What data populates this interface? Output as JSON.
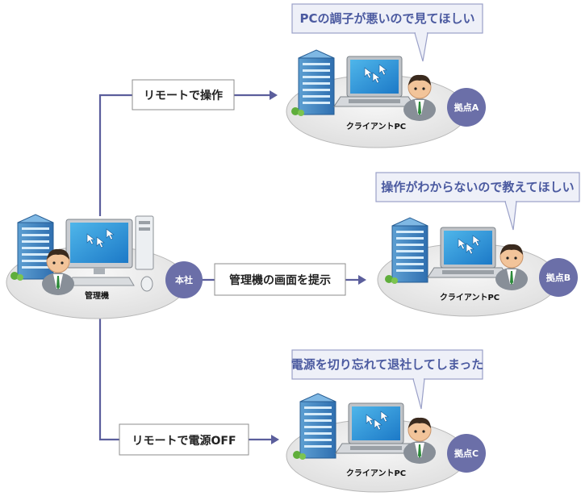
{
  "hq": {
    "badge": "本社",
    "caption": "管理機"
  },
  "sites": [
    {
      "badge": "拠点A",
      "caption": "クライアントPC",
      "bubble": "PCの調子が悪いので見てほしい"
    },
    {
      "badge": "拠点B",
      "caption": "クライアントPC",
      "bubble": "操作がわからないので教えてほしい"
    },
    {
      "badge": "拠点C",
      "caption": "クライアントPC",
      "bubble": "電源を切り忘れて退社してしまった"
    }
  ],
  "actions": [
    {
      "label": "リモートで操作"
    },
    {
      "label": "管理機の画面を提示"
    },
    {
      "label": "リモートで電源OFF"
    }
  ],
  "colors": {
    "connector": "#5b5e9c",
    "badge": "#6b6fa8",
    "bubble_fill": "#eef0f8",
    "bubble_stroke": "#9aa0c8",
    "platform": "#e6e6e6"
  }
}
